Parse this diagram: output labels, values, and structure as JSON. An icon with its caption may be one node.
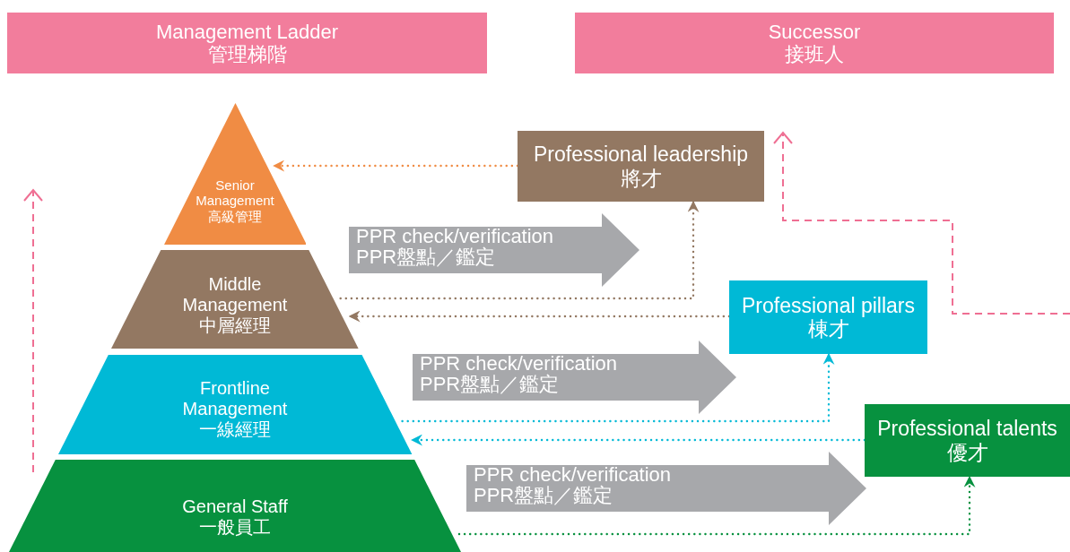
{
  "diagram": {
    "nodes": [
      {
        "text": [
          "Management Ladder",
          "管理梯階"
        ]
      },
      {
        "text": [
          "Successor",
          "接班人"
        ]
      },
      {
        "text": [
          "Senior Management",
          "高級管理"
        ]
      },
      {
        "text": [
          "Middle Management",
          "中層經理"
        ]
      },
      {
        "text": [
          "Frontline Management",
          "一線經理"
        ]
      },
      {
        "text": [
          "General Staff",
          "一般員工"
        ]
      },
      {
        "text": [
          "Professional leadership",
          "將才"
        ]
      },
      {
        "text": [
          "Professional pillars",
          "棟才"
        ]
      },
      {
        "text": [
          "Professional talents",
          "優才"
        ]
      },
      {
        "text": [
          "PPR check/verification",
          "PPR盤點／鑑定"
        ]
      },
      {
        "text": [
          "PPR check/verification",
          "PPR盤點／鑑定"
        ]
      },
      {
        "text": [
          "PPR check/verification",
          "PPR盤點／鑑定"
        ]
      }
    ],
    "edges": [
      {
        "from": 6,
        "to": 2,
        "arrow": "to",
        "color": "#f08c44"
      },
      {
        "from": 3,
        "to": 6,
        "arrow": "to",
        "color": "#937862"
      },
      {
        "from": 7,
        "to": 3,
        "arrow": "to",
        "color": "#937862"
      },
      {
        "from": 4,
        "to": 7,
        "arrow": "to",
        "color": "#00b9d6"
      },
      {
        "from": 8,
        "to": 4,
        "arrow": "to",
        "color": "#00b9d6"
      },
      {
        "from": 5,
        "to": 8,
        "arrow": "to",
        "color": "#07913f"
      }
    ]
  }
}
